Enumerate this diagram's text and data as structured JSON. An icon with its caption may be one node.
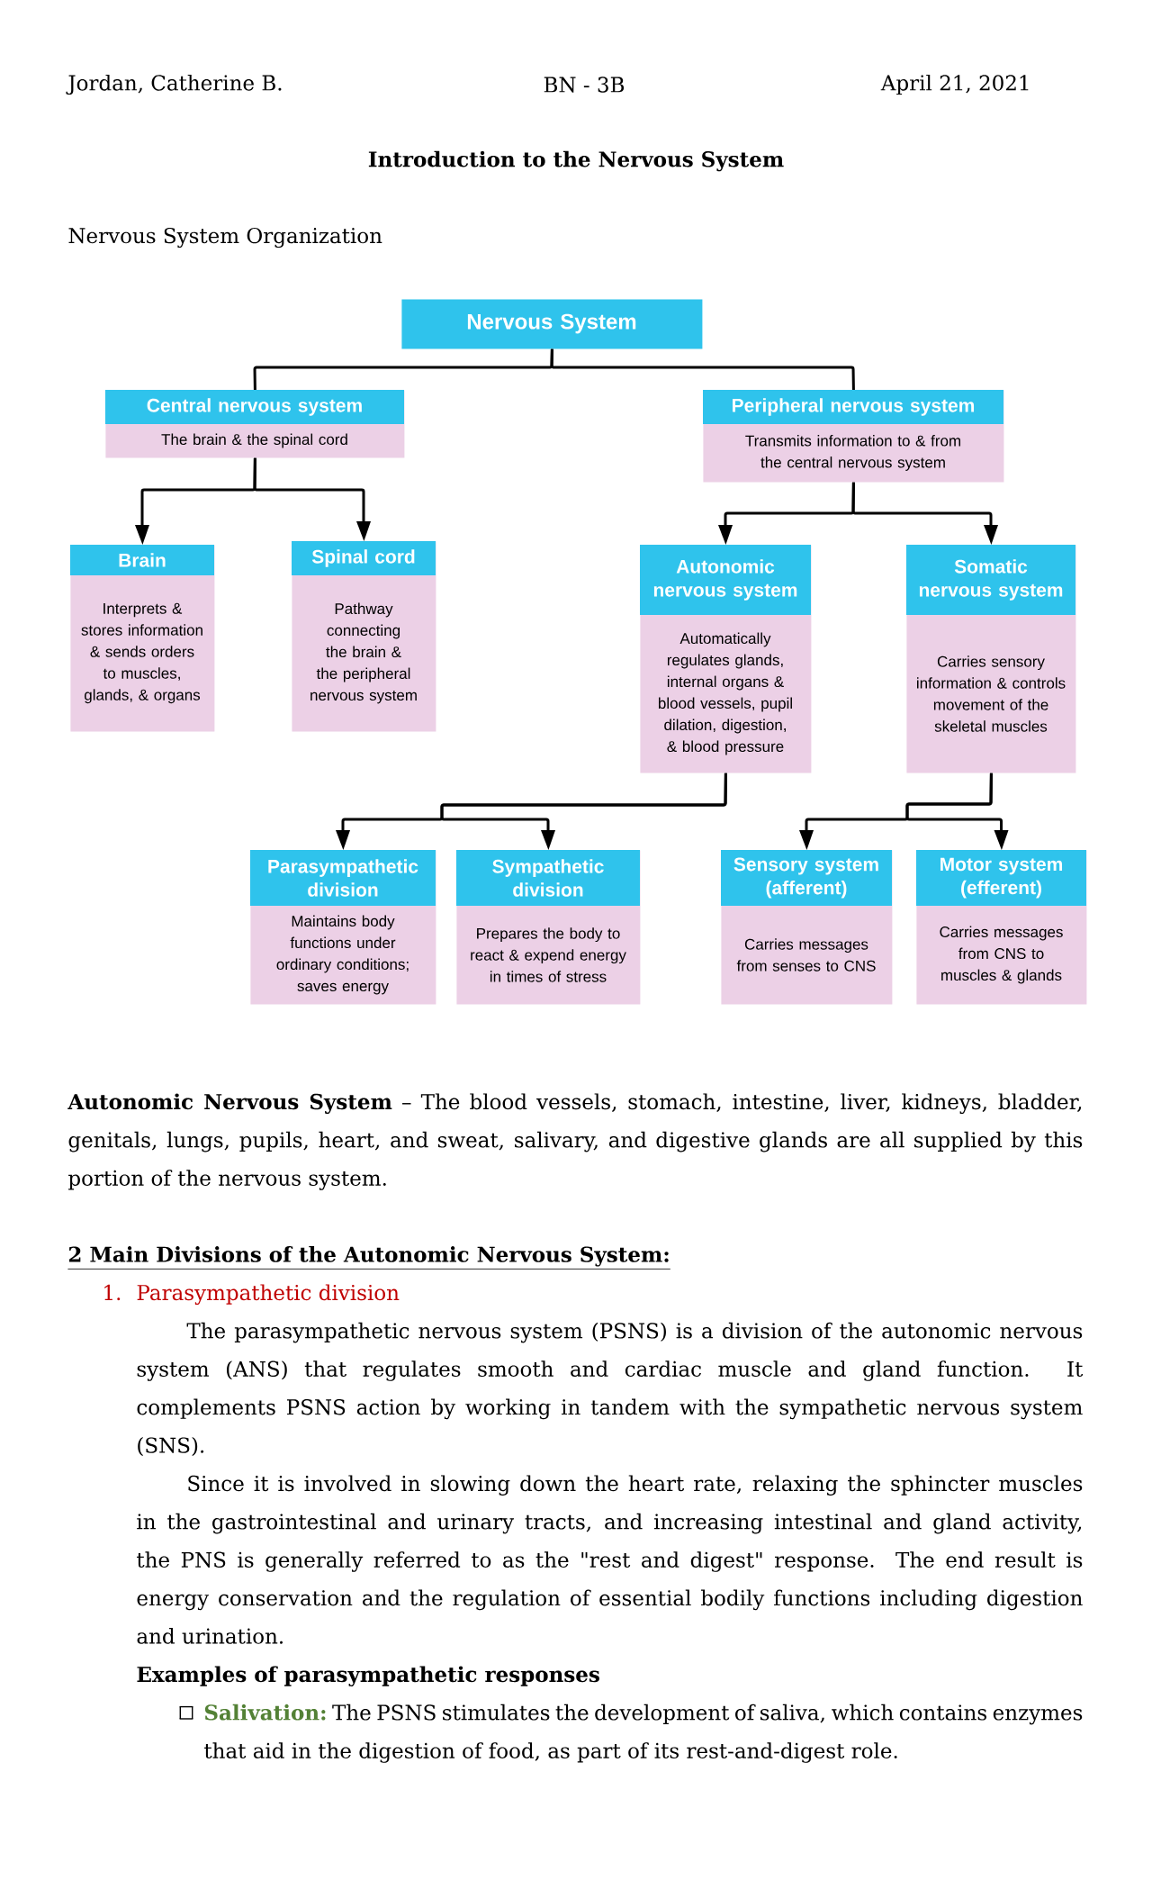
{
  "diagram": {
    "title": "Introduction to the Nervous System",
    "nodes": [
      {
        "text": [
          "Nervous System"
        ]
      },
      {
        "text": [
          "Central nervous system",
          "The brain & the spinal cord"
        ]
      },
      {
        "text": [
          "Peripheral nervous system",
          "Transmits information to & from the central nervous system"
        ]
      },
      {
        "text": [
          "Brain",
          "Interprets & stores information & sends orders to muscles, glands, & organs"
        ]
      },
      {
        "text": [
          "Spinal cord",
          "Pathway connecting the brain & the peripheral nervous system"
        ]
      },
      {
        "text": [
          "Autonomic nervous system",
          "Automatically regulates glands, internal organs & blood vessels, pupil dilation, digestion, & blood pressure"
        ]
      },
      {
        "text": [
          "Somatic nervous system",
          "Carries sensory information & controls movement of the skeletal muscles"
        ]
      },
      {
        "text": [
          "Parasympathetic division",
          "Maintains body functions under ordinary conditions; saves energy"
        ]
      },
      {
        "text": [
          "Sympathetic division",
          "Prepares the body to react & expend energy in times of stress"
        ]
      },
      {
        "text": [
          "Sensory system (afferent)",
          "Carries messages from senses to CNS"
        ]
      },
      {
        "text": [
          "Motor system (efferent)",
          "Carries messages from CNS to muscles & glands"
        ]
      }
    ],
    "edges": [
      {
        "from": 0,
        "to": 1,
        "arrow": "none"
      },
      {
        "from": 0,
        "to": 2,
        "arrow": "none"
      },
      {
        "from": 1,
        "to": 3,
        "arrow": "to"
      },
      {
        "from": 1,
        "to": 4,
        "arrow": "to"
      },
      {
        "from": 2,
        "to": 5,
        "arrow": "to"
      },
      {
        "from": 2,
        "to": 6,
        "arrow": "to"
      },
      {
        "from": 5,
        "to": 7,
        "arrow": "to"
      },
      {
        "from": 5,
        "to": 8,
        "arrow": "to"
      },
      {
        "from": 6,
        "to": 9,
        "arrow": "to"
      },
      {
        "from": 6,
        "to": 10,
        "arrow": "to"
      }
    ],
    "labels": [
      "Jordan, Catherine B.",
      "BN - 3B",
      "April 21, 2021",
      "Nervous System Organization",
      "**Autonomic Nervous System** – The blood vessels, stomach, intestine, liver, kidneys, bladder, genitals, lungs, pupils, heart, and sweat, salivary, and digestive glands are all supplied by this portion of the nervous system.",
      "2 Main Divisions of the Autonomic Nervous System:",
      "1.",
      "Parasympathetic division",
      "The parasympathetic nervous system (PSNS) is a division of the autonomic nervous system (ANS) that regulates smooth and cardiac muscle and gland function. It complements PSNS action by working in tandem with the sympathetic nervous system (SNS).",
      "Since it is involved in slowing down the heart rate, relaxing the sphincter muscles in the gastrointestinal and urinary tracts, and increasing intestinal and gland activity, the PNS is generally referred to as the \"rest and digest\" response. The end result is energy conservation and the regulation of essential bodily functions including digestion and urination.",
      "Examples of parasympathetic responses",
      "Salivation:",
      "The PSNS stimulates the development of saliva, which contains enzymes that aid in the digestion of food, as part of its rest-and-digest role."
    ]
  }
}
